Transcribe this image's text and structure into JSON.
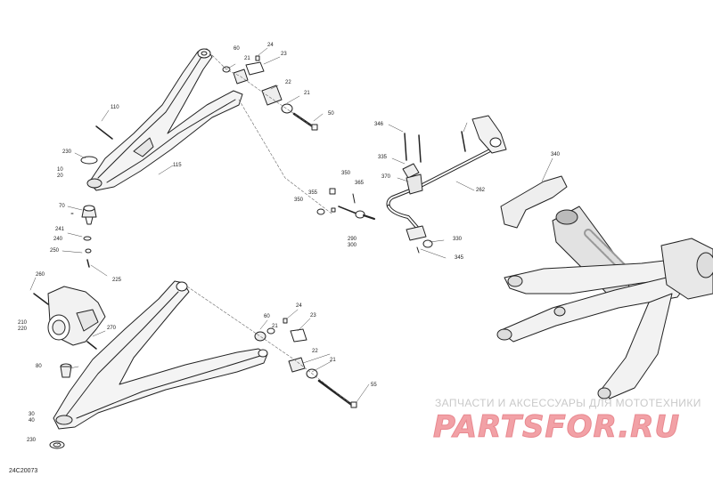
{
  "diagram_code": "24C20073",
  "watermark": {
    "tagline": "ЗАПЧАСТИ И АКСЕССУАРЫ ДЛЯ МОТОТЕХНИКИ",
    "brand": "PARTSFOR.RU"
  },
  "callouts": {
    "c60a": "60",
    "c24a": "24",
    "c21a": "21",
    "c23a": "23",
    "c22a": "22",
    "c21b": "21",
    "c50a": "50",
    "c110": "110",
    "c230a": "230",
    "c10a": "10",
    "c20a": "20",
    "c115": "115",
    "c70": "70",
    "c241": "241",
    "c240": "240",
    "c250": "250",
    "c225": "225",
    "c260": "260",
    "c210": "210",
    "c220": "220",
    "c270": "270",
    "c80": "80",
    "c30": "30",
    "c40": "40",
    "c230b": "230",
    "c60b": "60",
    "c24b": "24",
    "c21c": "21",
    "c23b": "23",
    "c22b": "22",
    "c21d": "21",
    "c55": "55",
    "c346": "346",
    "c335": "335",
    "c370": "370",
    "c350a": "350",
    "c350b": "350",
    "c355": "355",
    "c365": "365",
    "c290": "290",
    "c300": "300",
    "c262": "262",
    "c330": "330",
    "c345": "345",
    "c340": "340"
  }
}
